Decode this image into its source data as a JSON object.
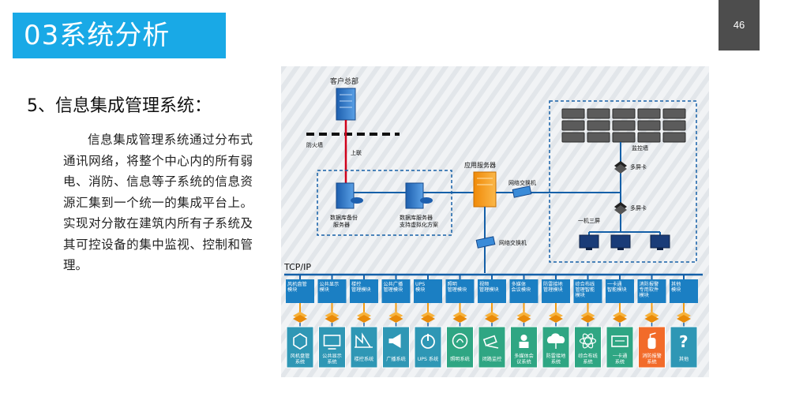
{
  "header": {
    "title": "03系统分析",
    "page_number": "46"
  },
  "content": {
    "heading": "5、信息集成管理系统：",
    "paragraph": "信息集成管理系统通过分布式通讯网络，将整个中心内的所有弱电、消防、信息等子系统的信息资源汇集到一个统一的集成平台上。实现对分散在建筑内所有子系统及其可控设备的集中监视、控制和管理。"
  },
  "diagram": {
    "hq_label": "客户总部",
    "firewall_label": "防火墙",
    "uplink_label": "上联",
    "db_backup_label": [
      "数据库备份",
      "服务器"
    ],
    "db_server_label": [
      "数据库服务器",
      "支持虚拟化方案"
    ],
    "app_server_label": "应用服务器",
    "switch_right_label": "网络交换机",
    "switch_bottom_label": "网络交换机",
    "monitor_wall_label": "监控墙",
    "multiscreen_label_1": "多屏卡",
    "multiscreen_label_2": "多屏卡",
    "one_machine_label": "一机三屏",
    "protocol_label": "TCP/IP",
    "colors": {
      "bus": "#1560a8",
      "module_box": "#1b7fc3",
      "orange": "#f39c12",
      "red": "#d0021b",
      "highlight": "#f26b2a"
    },
    "modules": [
      {
        "top": [
          "风机盘管",
          "模块"
        ],
        "bottom": [
          "风机盘管",
          "系统"
        ],
        "icon": "cube-icon",
        "color": "#2f97b5"
      },
      {
        "top": [
          "公共显示",
          "模块"
        ],
        "bottom": [
          "公共显示",
          "系统"
        ],
        "icon": "display-icon",
        "color": "#2f97b5"
      },
      {
        "top": [
          "楼控",
          "管理模块"
        ],
        "bottom": [
          "楼控系统"
        ],
        "icon": "building-icon",
        "color": "#2f97b5"
      },
      {
        "top": [
          "公共广播",
          "管理模块"
        ],
        "bottom": [
          "广播系统"
        ],
        "icon": "speaker-icon",
        "color": "#2f97b5"
      },
      {
        "top": [
          "UPS",
          "模块"
        ],
        "bottom": [
          "UPS 系统"
        ],
        "icon": "power-icon",
        "color": "#2f97b5"
      },
      {
        "top": [
          "照明",
          "管理模块"
        ],
        "bottom": [
          "照明系统"
        ],
        "icon": "bulb-icon",
        "color": "#2fa683"
      },
      {
        "top": [
          "视频",
          "管理模块"
        ],
        "bottom": [
          "闭路监控"
        ],
        "icon": "camera-icon",
        "color": "#2fa683"
      },
      {
        "top": [
          "多媒体",
          "会议模块"
        ],
        "bottom": [
          "多媒体会",
          "议系统"
        ],
        "icon": "person-icon",
        "color": "#2fa683"
      },
      {
        "top": [
          "防雷接地",
          "管理模块"
        ],
        "bottom": [
          "防雷接地",
          "系统"
        ],
        "icon": "cloud-icon",
        "color": "#2fa683"
      },
      {
        "top": [
          "综合布线",
          "管理智能",
          "模块"
        ],
        "bottom": [
          "综合布线",
          "系统"
        ],
        "icon": "atom-icon",
        "color": "#2fa683"
      },
      {
        "top": [
          "一卡通",
          "智能模块"
        ],
        "bottom": [
          "一卡通",
          "系统"
        ],
        "icon": "card-icon",
        "color": "#2fa683"
      },
      {
        "top": [
          "消防报警",
          "专用软件",
          "模块"
        ],
        "bottom": [
          "消防报警",
          "系统"
        ],
        "icon": "extinguisher-icon",
        "color": "#f26b2a"
      },
      {
        "top": [
          "其他",
          "模块"
        ],
        "bottom": [
          "其他"
        ],
        "icon": "question-icon",
        "color": "#2f97b5"
      }
    ]
  }
}
